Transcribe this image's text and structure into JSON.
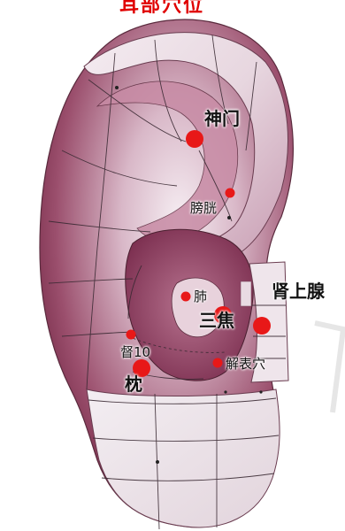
{
  "title": "耳部穴位",
  "points": [
    {
      "id": "shenmen",
      "label": "神门",
      "size": "large"
    },
    {
      "id": "pangguang",
      "label": "膀胱",
      "size": "small"
    },
    {
      "id": "shenshangxian",
      "label": "肾上腺",
      "size": "large"
    },
    {
      "id": "fei",
      "label": "肺",
      "size": "small"
    },
    {
      "id": "sanjiao",
      "label": "三焦",
      "size": "large"
    },
    {
      "id": "du10",
      "label": "督10",
      "size": "small"
    },
    {
      "id": "jiebiaoxue",
      "label": "解表穴",
      "size": "small"
    },
    {
      "id": "zhen",
      "label": "枕",
      "size": "large"
    }
  ],
  "colors": {
    "point": "#e81818",
    "ear_dark": "#7a2e4a",
    "ear_light": "#efe6ec",
    "line": "#3a2a33"
  }
}
